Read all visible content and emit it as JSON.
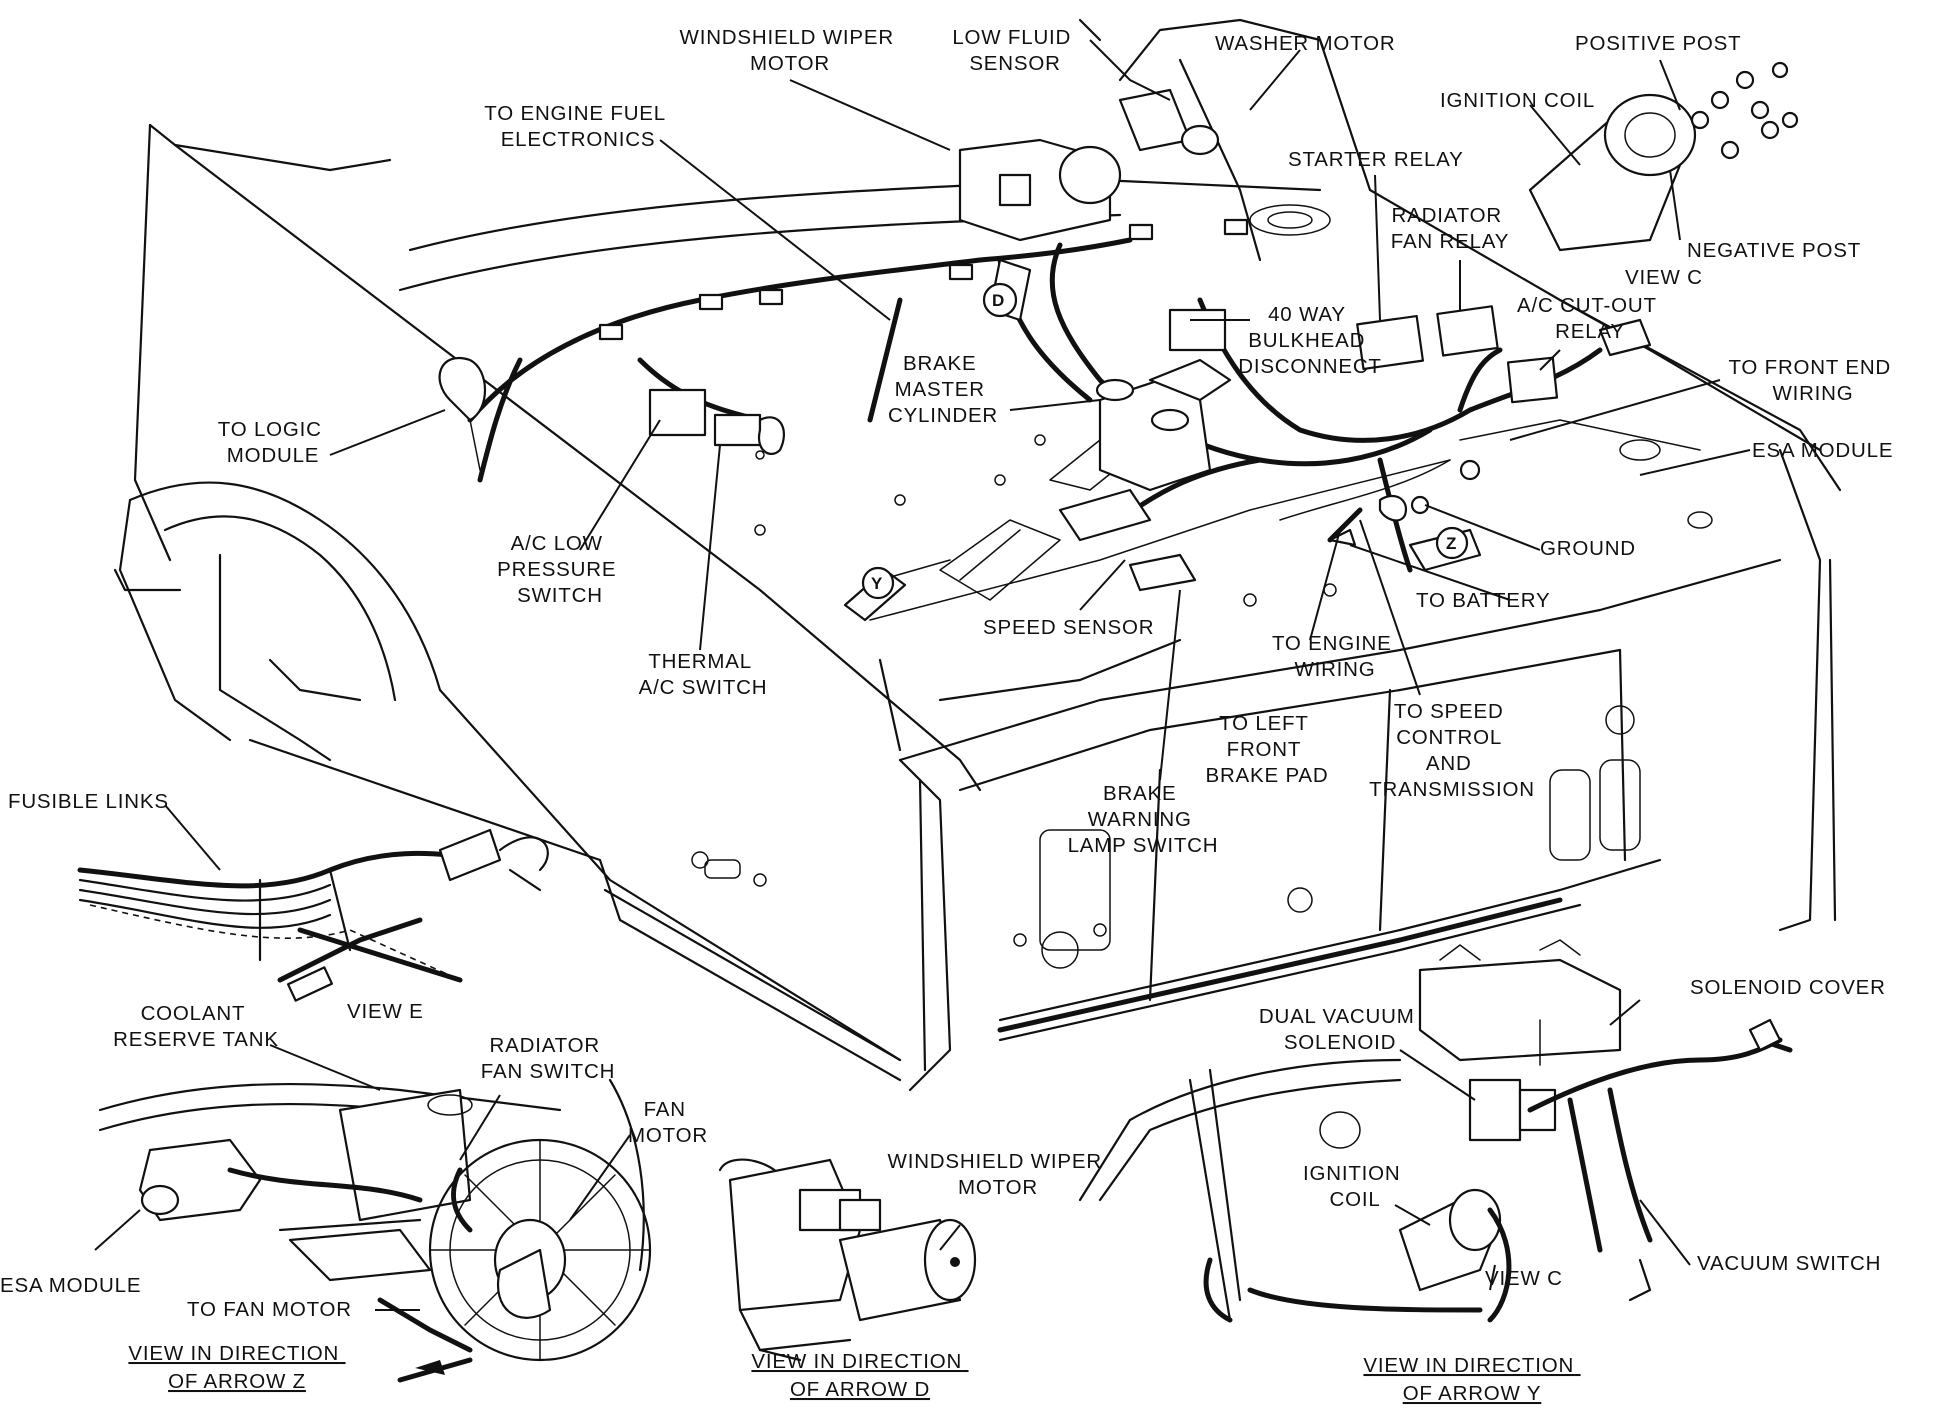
{
  "labels": {
    "windshield_wiper_motor": [
      "WINDSHIELD WIPER",
      "MOTOR"
    ],
    "low_fluid_sensor": [
      "LOW FLUID",
      "SENSOR"
    ],
    "washer_motor": [
      "WASHER MOTOR"
    ],
    "positive_post": [
      "POSITIVE POST"
    ],
    "ignition_coil": [
      "IGNITION COIL"
    ],
    "to_engine_fuel_electronics": [
      "TO ENGINE FUEL",
      "ELECTRONICS"
    ],
    "starter_relay": [
      "STARTER RELAY"
    ],
    "radiator_fan_relay": [
      "RADIATOR",
      "FAN RELAY"
    ],
    "negative_post": [
      "NEGATIVE POST"
    ],
    "view_c_top": [
      "VIEW C"
    ],
    "forty_way_bulkhead": [
      "40 WAY",
      "BULKHEAD",
      "DISCONNECT"
    ],
    "ac_cutout_relay": [
      "A/C CUT-OUT",
      "RELAY"
    ],
    "brake_master_cylinder": [
      "BRAKE",
      "MASTER",
      "CYLINDER"
    ],
    "to_front_end_wiring": [
      "TO FRONT END",
      "WIRING"
    ],
    "to_logic_module": [
      "TO LOGIC",
      "MODULE"
    ],
    "esa_module_top": [
      "ESA MODULE"
    ],
    "ground": [
      "GROUND"
    ],
    "ac_low_pressure_switch": [
      "A/C LOW",
      "PRESSURE",
      "SWITCH"
    ],
    "to_battery": [
      "TO BATTERY"
    ],
    "speed_sensor": [
      "SPEED SENSOR"
    ],
    "thermal_ac_switch": [
      "THERMAL",
      "A/C SWITCH"
    ],
    "to_engine_wiring": [
      "TO ENGINE",
      "WIRING"
    ],
    "to_left_front_brake_pad": [
      "TO LEFT",
      "FRONT",
      "BRAKE PAD"
    ],
    "to_speed_control": [
      "TO SPEED",
      "CONTROL",
      "AND",
      "TRANSMISSION"
    ],
    "fusible_links": [
      "FUSIBLE LINKS"
    ],
    "brake_warning_lamp_switch": [
      "BRAKE",
      "WARNING",
      "LAMP SWITCH"
    ],
    "view_e": [
      "VIEW E"
    ],
    "coolant_reserve_tank": [
      "COOLANT",
      "RESERVE TANK"
    ],
    "radiator_fan_switch": [
      "RADIATOR",
      "FAN SWITCH"
    ],
    "fan_motor": [
      "FAN",
      "MOTOR"
    ],
    "solenoid_cover": [
      "SOLENOID COVER"
    ],
    "dual_vacuum_solenoid": [
      "DUAL VACUUM",
      "SOLENOID"
    ],
    "windshield_wiper_motor_inset": [
      "WINDSHIELD WIPER",
      "MOTOR"
    ],
    "ignition_coil_inset": [
      "IGNITION",
      "COIL"
    ],
    "esa_module_inset": [
      "ESA MODULE"
    ],
    "to_fan_motor": [
      "TO FAN MOTOR"
    ],
    "vacuum_switch": [
      "VACUUM SWITCH"
    ],
    "view_c_inset": [
      "VIEW C"
    ]
  },
  "view_captions": {
    "arrow_z": [
      "VIEW IN DIRECTION",
      "OF ARROW Z"
    ],
    "arrow_d": [
      "VIEW IN DIRECTION",
      "OF ARROW D"
    ],
    "arrow_y": [
      "VIEW IN DIRECTION",
      "OF ARROW Y"
    ]
  },
  "arrow_tags": {
    "d": "D",
    "y": "Y",
    "z": "Z"
  }
}
